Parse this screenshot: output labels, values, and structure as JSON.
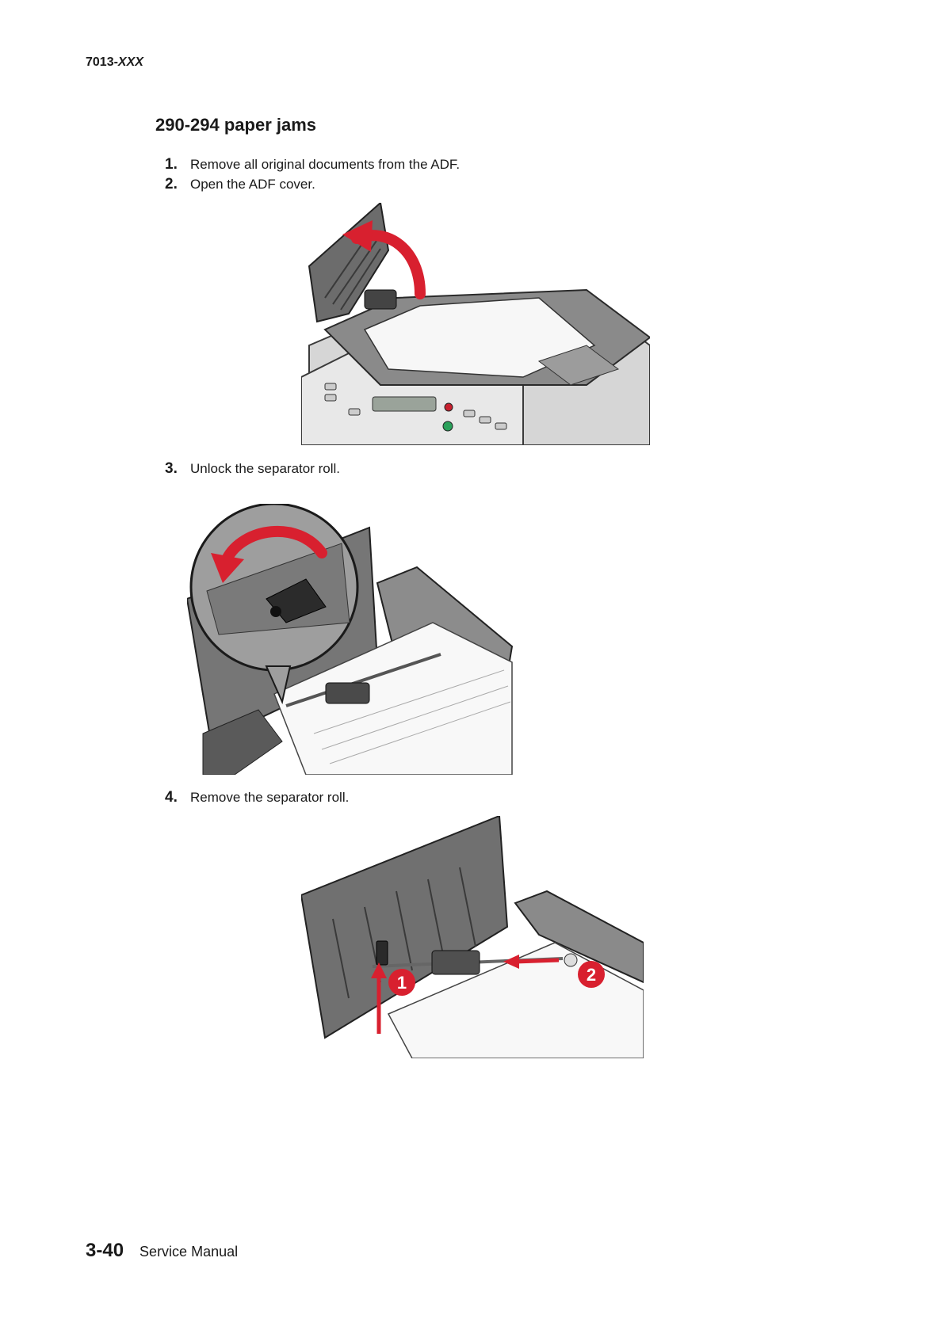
{
  "header": {
    "model_prefix": "7013-",
    "model_suffix": "XXX"
  },
  "title": "290-294 paper jams",
  "steps": [
    {
      "num": "1.",
      "text": "Remove all original documents from the ADF."
    },
    {
      "num": "2.",
      "text": "Open the ADF cover."
    },
    {
      "num": "3.",
      "text": "Unlock the separator roll."
    },
    {
      "num": "4.",
      "text": "Remove the separator roll."
    }
  ],
  "figure3": {
    "callouts": [
      "1",
      "2"
    ]
  },
  "footer": {
    "page": "3-40",
    "doc_title": "Service Manual"
  },
  "colors": {
    "accent": "#d8202f",
    "body": "#6d6d6d",
    "dark": "#3c3c3c",
    "paper": "#fafafa"
  }
}
